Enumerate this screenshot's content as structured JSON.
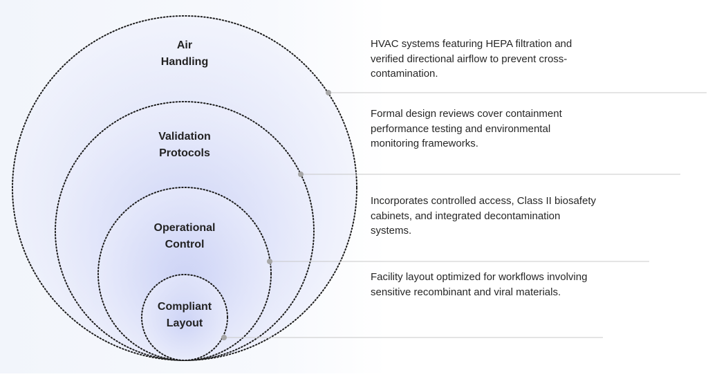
{
  "layers": [
    {
      "label_lines": [
        "Air",
        "Handling"
      ],
      "description": "HVAC systems featuring HEPA filtration and verified directional airflow to prevent cross-contamination."
    },
    {
      "label_lines": [
        "Validation",
        "Protocols"
      ],
      "description": "Formal design reviews cover containment performance testing and environmental monitoring frameworks."
    },
    {
      "label_lines": [
        "Operational",
        "Control"
      ],
      "description": "Incorporates controlled access, Class II biosafety cabinets, and integrated decontamination systems."
    },
    {
      "label_lines": [
        "Compliant",
        "Layout"
      ],
      "description": "Facility layout optimized for workflows involving sensitive recombinant and viral materials."
    }
  ],
  "colors": {
    "circle_fill_center": "#c9d0f5",
    "circle_fill_edge": "#eef0fc",
    "circle_stroke": "#1c1c1c",
    "leader_line": "#c8c8c8",
    "marker": "#a6a6a6"
  }
}
